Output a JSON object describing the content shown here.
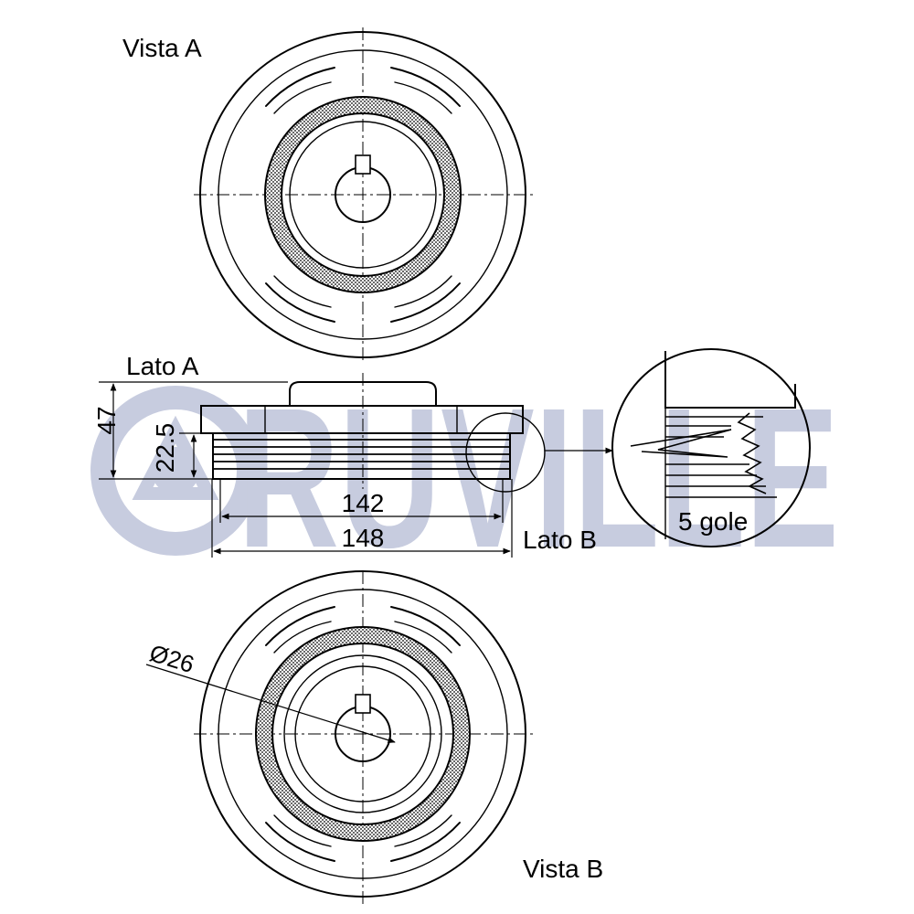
{
  "views": {
    "vista_a": "Vista A",
    "vista_b": "Vista B",
    "lato_a": "Lato A",
    "lato_b": "Lato B"
  },
  "dimensions": {
    "height_total": "47",
    "height_belt": "22.5",
    "diameter_belt": "142",
    "diameter_outer": "148",
    "bore": "Ø26"
  },
  "detail": {
    "grooves": "5 gole"
  },
  "watermark": {
    "brand": "RUVILLE",
    "color": "#c7ccdf"
  }
}
